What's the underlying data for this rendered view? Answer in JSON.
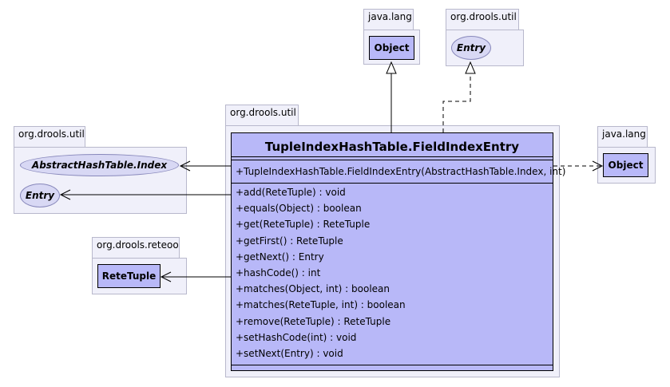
{
  "packages": {
    "java_lang_top": "java.lang",
    "drools_util_top": "org.drools.util",
    "drools_util_main": "org.drools.util",
    "drools_util_left": "org.drools.util",
    "drools_reteoo": "org.drools.reteoo",
    "java_lang_right": "java.lang"
  },
  "classes": {
    "object_top": "Object",
    "entry_top": "Entry",
    "abstract_index": "AbstractHashTable.Index",
    "entry_left": "Entry",
    "rete_tuple": "ReteTuple",
    "object_right": "Object"
  },
  "main_class": {
    "name": "TupleIndexHashTable.FieldIndexEntry",
    "constructor": "+TupleIndexHashTable.FieldIndexEntry(AbstractHashTable.Index, int)",
    "methods": [
      "+add(ReteTuple) : void",
      "+equals(Object) : boolean",
      "+get(ReteTuple) : ReteTuple",
      "+getFirst() : ReteTuple",
      "+getNext() : Entry",
      "+hashCode() : int",
      "+matches(Object, int) : boolean",
      "+matches(ReteTuple, int) : boolean",
      "+remove(ReteTuple) : ReteTuple",
      "+setHashCode(int) : void",
      "+setNext(Entry) : void"
    ]
  },
  "colors": {
    "class_fill": "#b8b8f8",
    "interface_fill": "#d8d8f4",
    "package_fill": "#f0f0fa",
    "package_border": "#b8b8cc"
  }
}
